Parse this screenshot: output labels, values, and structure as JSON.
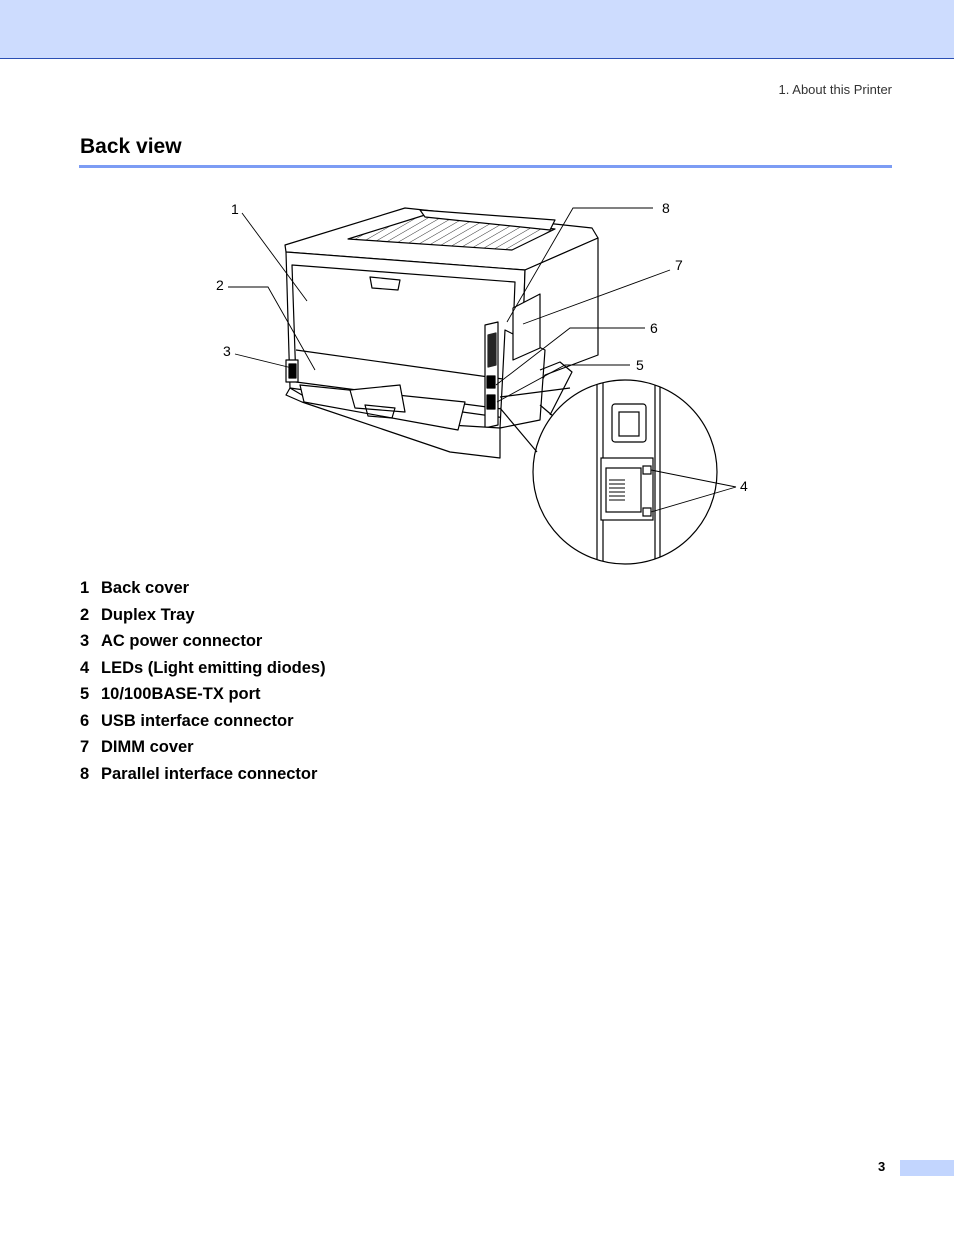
{
  "header": {
    "running_title": "1. About this Printer"
  },
  "section": {
    "title": "Back view"
  },
  "figure": {
    "callouts": [
      "1",
      "2",
      "3",
      "4",
      "5",
      "6",
      "7",
      "8"
    ]
  },
  "legend": {
    "items": [
      {
        "num": "1",
        "label": "Back cover"
      },
      {
        "num": "2",
        "label": "Duplex Tray"
      },
      {
        "num": "3",
        "label": "AC power connector"
      },
      {
        "num": "4",
        "label": "LEDs (Light emitting diodes)"
      },
      {
        "num": "5",
        "label": "10/100BASE-TX port"
      },
      {
        "num": "6",
        "label": "USB interface connector"
      },
      {
        "num": "7",
        "label": "DIMM cover"
      },
      {
        "num": "8",
        "label": "Parallel interface connector"
      }
    ]
  },
  "footer": {
    "page_number": "3"
  },
  "colors": {
    "band": "#cddcfe",
    "rule": "#7c9cf4",
    "tab": "#c2d5fe"
  }
}
